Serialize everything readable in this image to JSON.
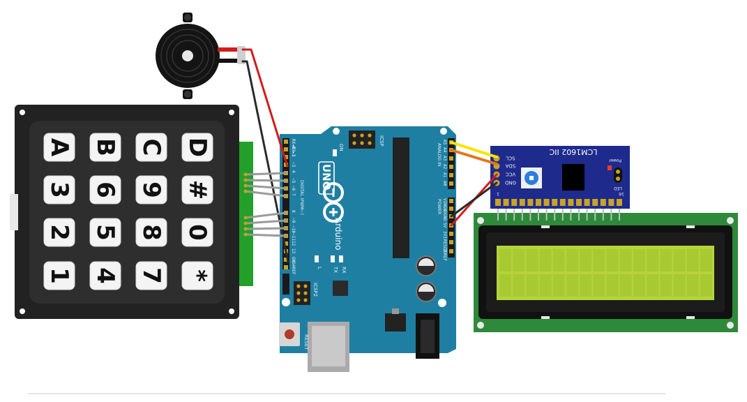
{
  "arduino": {
    "logo": "UNO",
    "brand": "Arduino",
    "reset_label": "RESET",
    "icsp_label": "ICSP",
    "icsp2_label": "ICSP2",
    "on_label": "ON",
    "l_label": "L",
    "tx_label": "TX",
    "rx_label": "RX",
    "digital_header_label": "DIGITAL (PWM~)",
    "analog_header_label": "ANALOG IN",
    "power_header_label": "POWER",
    "digital_pins": [
      "RX◄0",
      "TX►1",
      "2",
      "~3",
      "4",
      "~5",
      "~6",
      "7",
      "8",
      "~9",
      "~10",
      "~11",
      "12",
      "13",
      "GND",
      "AREF"
    ],
    "analog_pins": [
      "A5",
      "A4",
      "A3",
      "A2",
      "A1",
      "A0"
    ],
    "power_pins": [
      "VIN",
      "GND",
      "GND",
      "5V",
      "3V3",
      "RESET",
      "IOREF"
    ]
  },
  "keypad": {
    "rows": [
      [
        "A",
        "B",
        "C",
        "D"
      ],
      [
        "3",
        "6",
        "9",
        "#"
      ],
      [
        "2",
        "5",
        "8",
        "0"
      ],
      [
        "1",
        "4",
        "7",
        "*"
      ]
    ]
  },
  "i2c_module": {
    "title": "LCM1602 IIC",
    "pins": [
      "SCL",
      "SDA",
      "VCC",
      "GND"
    ],
    "power_label": "Power",
    "led_label": "LED",
    "pin_one_label": "1",
    "pin_sixteen_label": "16"
  },
  "colors": {
    "arduino_board": "#1f7fa3",
    "keypad_body": "#222222",
    "i2c_board": "#1e2a8c",
    "lcd_pcb": "#2e8a3a",
    "lcd_screen": "#b5d33a",
    "wire_red": "#d11c1c",
    "wire_black": "#222222",
    "wire_yellow": "#f2e600",
    "wire_orange": "#e07820",
    "wire_grey": "#9a9a9a"
  }
}
